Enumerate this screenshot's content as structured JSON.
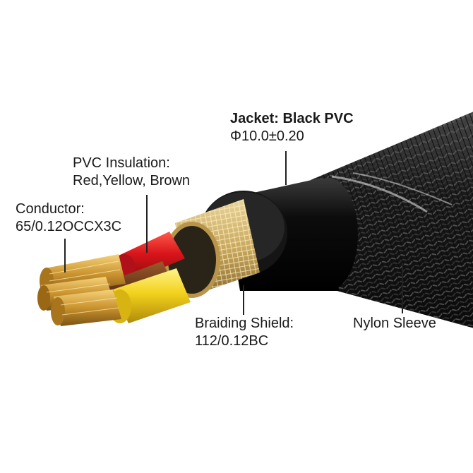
{
  "labels": {
    "jacket": {
      "line1": "Jacket: Black PVC",
      "line2": "Φ10.0±0.20"
    },
    "insulation": {
      "line1": "PVC Insulation:",
      "line2": "Red,Yellow, Brown"
    },
    "conductor": {
      "line1": "Conductor:",
      "line2": "65/0.12OCCX3C"
    },
    "shield": {
      "line1": "Braiding Shield:",
      "line2": "112/0.12BC"
    },
    "sleeve": {
      "line1": "Nylon Sleeve"
    }
  },
  "colors": {
    "jacket": "#111111",
    "nylon_sleeve": "#1c1c1c",
    "braid": "#c9a85e",
    "red_insulation": "#d8141a",
    "yellow_insulation": "#f2d21c",
    "brown_insulation": "#6a3a1c",
    "copper": "#c9922e",
    "leader_line": "#222222"
  }
}
